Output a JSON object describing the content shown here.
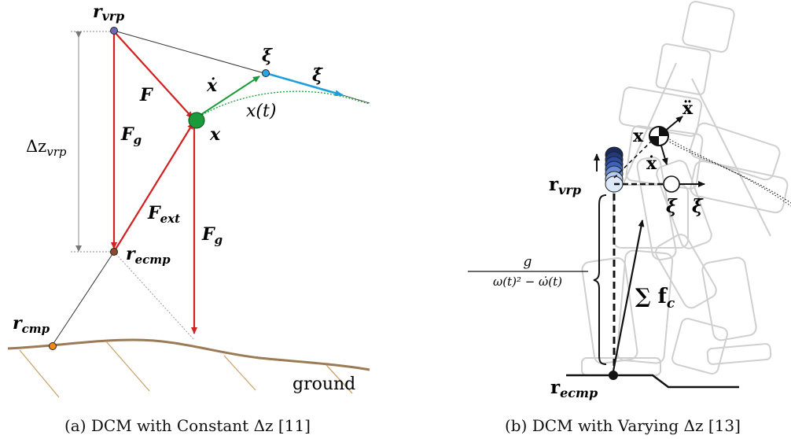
{
  "panel_a": {
    "labels": {
      "r_vrp_main": "r",
      "r_vrp_sub": "vrp",
      "xi": "ξ",
      "xi_dot": "ξ̇",
      "F": "F",
      "x_dot": "ẋ",
      "x_t": "x(t)",
      "x": "x",
      "Fg_main": "F",
      "Fg_sub": "g",
      "dz_main": "Δz",
      "dz_sub": "vrp",
      "Fext_main": "F",
      "Fext_sub": "ext",
      "Fg2_main": "F",
      "Fg2_sub": "g",
      "r_ecmp_main": "r",
      "r_ecmp_sub": "ecmp",
      "r_cmp_main": "r",
      "r_cmp_sub": "cmp",
      "ground": "ground"
    },
    "caption": "(a) DCM with Constant Δz [11]"
  },
  "panel_b": {
    "labels": {
      "x_ddot": "ẍ",
      "x": "x",
      "x_dot": "ẋ",
      "r_vrp_main": "r",
      "r_vrp_sub": "vrp",
      "xi": "ξ",
      "xi_dot": "ξ̇",
      "frac_num": "g",
      "frac_den": "ω(t)² − ω̇(t)",
      "sum_fc_main": "∑ f",
      "sum_fc_sub": "c",
      "r_ecmp_main": "r",
      "r_ecmp_sub": "ecmp"
    },
    "caption": "(b) DCM with Varying Δz [13]"
  },
  "colors": {
    "red_force": "#d42020",
    "green_velocity": "#1a9a3a",
    "blue_dcm": "#1e9fdc",
    "ground": "#9a7b55",
    "robot_outline": "#c8c8c8"
  }
}
